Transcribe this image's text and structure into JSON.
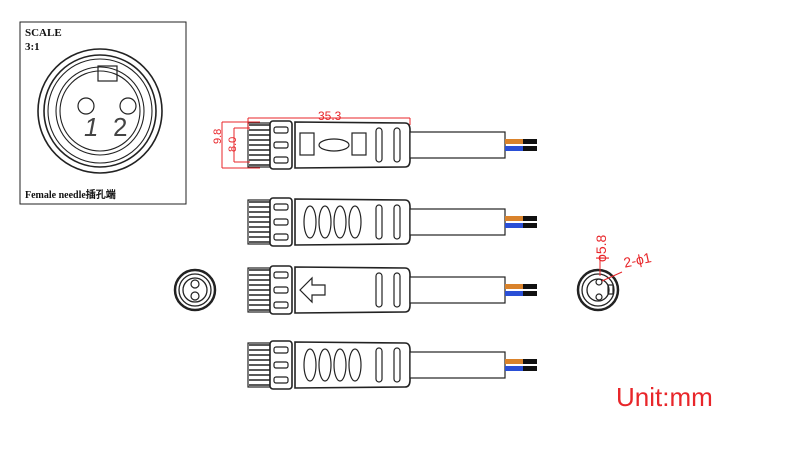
{
  "detail_view": {
    "scale_label": "SCALE",
    "scale_value": "3:1",
    "pin_1": "1",
    "pin_2": "2",
    "caption": "Female needle插孔端"
  },
  "dimensions": {
    "length": "35.3",
    "outer_diameter": "9.8",
    "thread_diameter": "8.0",
    "face_diameter": "ϕ5.8",
    "pin_diameter": "2-ϕ1"
  },
  "unit_label": "Unit:mm",
  "colors": {
    "dimension": "#e8262a",
    "wire_brown": "#d9822b",
    "wire_blue": "#2a4fd6",
    "wire_black": "#111111",
    "line": "#222222"
  }
}
